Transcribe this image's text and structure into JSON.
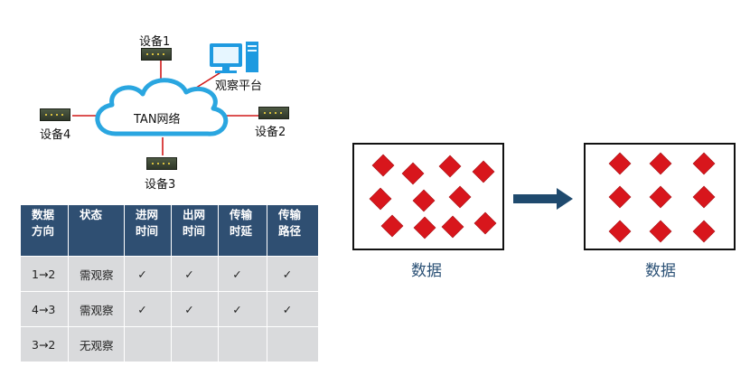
{
  "network": {
    "center_label": "TAN网络",
    "device1": "设备1",
    "device2": "设备2",
    "device3": "设备3",
    "device4": "设备4",
    "platform": "观察平台"
  },
  "table": {
    "headers": [
      [
        "数据",
        "方向"
      ],
      [
        "状态",
        ""
      ],
      [
        "进网",
        "时间"
      ],
      [
        "出网",
        "时间"
      ],
      [
        "传输",
        "时延"
      ],
      [
        "传输",
        "路径"
      ]
    ],
    "rows": [
      [
        "1→2",
        "需观察",
        "✓",
        "✓",
        "✓",
        "✓"
      ],
      [
        "4→3",
        "需观察",
        "✓",
        "✓",
        "✓",
        "✓"
      ],
      [
        "3→2",
        "无观察",
        "",
        "",
        "",
        ""
      ]
    ]
  },
  "panels": {
    "left_caption": "数据",
    "right_caption": "数据"
  },
  "colors": {
    "diamond": "#d8161c",
    "arrow": "#1f4a6e",
    "cloud_outline": "#2aa6e0",
    "link": "#d01919",
    "header_bg": "#2f4f72"
  }
}
